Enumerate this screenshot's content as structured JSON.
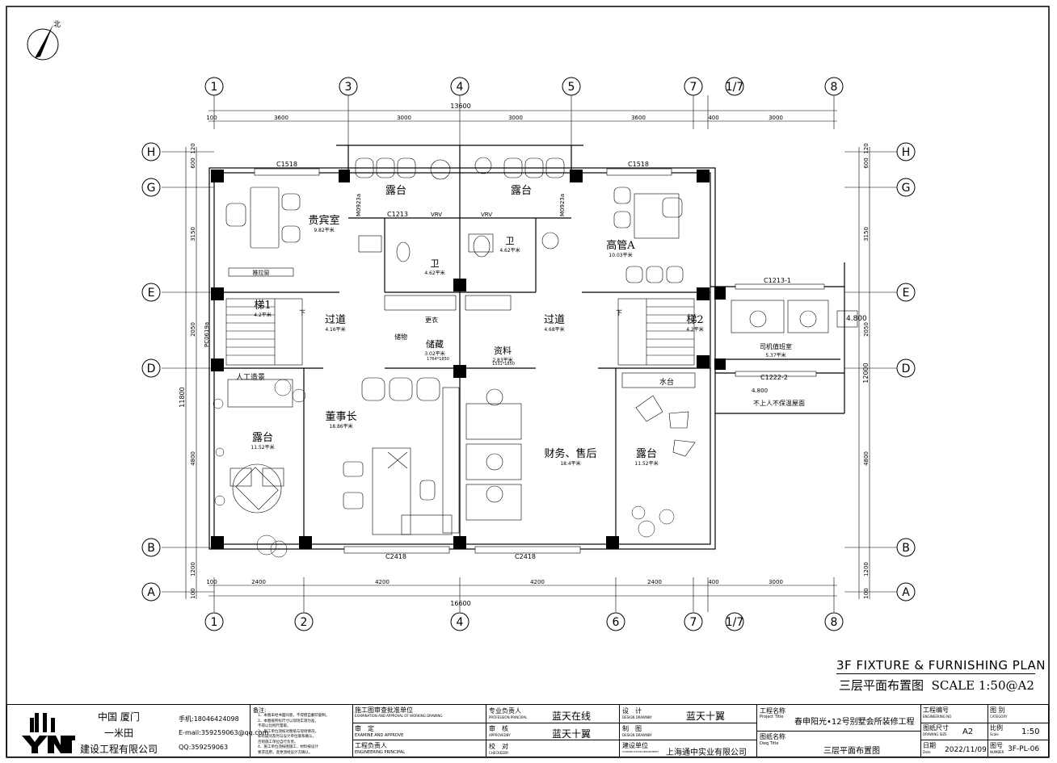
{
  "north_label": "北",
  "grid_top": [
    "1",
    "3",
    "4",
    "5",
    "7",
    "1/7",
    "8"
  ],
  "grid_bottom": [
    "1",
    "2",
    "4",
    "6",
    "7",
    "1/7",
    "8"
  ],
  "grid_rows": [
    "H",
    "G",
    "E",
    "D",
    "B",
    "A"
  ],
  "dims": {
    "top_total": "13600",
    "top_segs": [
      "100",
      "3600",
      "3000",
      "3000",
      "3600",
      "400",
      "3000"
    ],
    "bottom_total": "16600",
    "bottom_segs": [
      "100",
      "2400",
      "4200",
      "4200",
      "2400",
      "400",
      "3000"
    ],
    "left_segs": [
      "120",
      "600",
      "3150",
      "2050",
      "4800",
      "1200",
      "100"
    ],
    "left_total": "11800",
    "right_segs": [
      "120",
      "600",
      "3150",
      "2050",
      "4800",
      "1200",
      "100"
    ],
    "right_total": "12000",
    "right_extra": "4800"
  },
  "rooms": [
    {
      "name": "贵宾室",
      "area": "9.82平米"
    },
    {
      "name": "露台",
      "area": ""
    },
    {
      "name": "露台",
      "area": ""
    },
    {
      "name": "高管A",
      "area": "10.03平米"
    },
    {
      "name": "卫",
      "area": "4.62平米"
    },
    {
      "name": "卫",
      "area": "4.62平米"
    },
    {
      "name": "梯1",
      "area": "4.2平米"
    },
    {
      "name": "过道",
      "area": "4.16平米"
    },
    {
      "name": "过道",
      "area": "4.68平米"
    },
    {
      "name": "梯2",
      "area": "4.2平米"
    },
    {
      "name": "储藏",
      "area": "3.02平米"
    },
    {
      "name": "资料",
      "area": "2.83平米"
    },
    {
      "name": "董事长",
      "area": "18.86平米"
    },
    {
      "name": "财务、售后",
      "area": "18.4平米"
    },
    {
      "name": "露台",
      "area": "11.52平米"
    },
    {
      "name": "露台",
      "area": "11.52平米"
    },
    {
      "name": "司机值班室",
      "area": "5.37平米"
    }
  ],
  "labels": {
    "win_c1518a": "C1518",
    "win_c1518b": "C1518",
    "win_c1213": "C1213",
    "vrv_a": "VRV",
    "vrv_b": "VRV",
    "door_m0923a": "M0923a",
    "door_m0923b": "M0923a",
    "win_c1213_1": "C1213-1",
    "win_c1222_2": "C1222-2",
    "win_c2418a": "C2418",
    "win_c2418b": "C2418",
    "win_pc0619": "PC0619a",
    "rengong": "人工造景",
    "shuitai": "水台",
    "chuwu": "储物",
    "gengyi": "更衣",
    "bunaqi": "推拉窗",
    "down_a": "下",
    "down_b": "下",
    "level_a": "4.800",
    "level_b": "4.800",
    "no_go": "不上人不保温屋面",
    "size_a": "1764*1850",
    "size_b": "1531*1850"
  },
  "title": {
    "en": "3F FIXTURE & FURNISHING PLAN",
    "cn": "三层平面布置图",
    "scale": "SCALE 1:50@A2"
  },
  "titleblock": {
    "company_loc": "中国 厦门",
    "company_name1": "一米田",
    "company_name2": "建设工程有限公司",
    "phone": "手机:18046424098",
    "email": "E-mail:359259063@qq.com",
    "qq": "QQ:359259063",
    "notes_head": "备注:",
    "notes": [
      "1、本图未经书面同意，不得擅自翻印复制。",
      "2、本图纸所标尺寸以现场实测为准，",
      "不得以比例尺量取。",
      "3、施工单位须核对图纸与现场情况，",
      "如有疑问及时与设计单位联系确认，",
      "否则施工单位自行负责。",
      "4、施工单位须按图施工，材料按设计",
      "要求选用，变更须经设计方确认。"
    ],
    "review_unit": "施工图审查批准单位",
    "review_unit_en": "EXAMINATION AND APPROVAL OF WORKING DRAWING",
    "shending": "审　定",
    "shending_en": "EXAMINE AND APPROVE",
    "gongcheng": "工程负责人",
    "gongcheng_en": "ENGINEERING PRINCIPAL",
    "zhuanye": "专业负责人",
    "zhuanye_en": "PROFESSION PRINCIPAL",
    "zhuanye_val": "蓝天在线",
    "shenhe": "审　核",
    "shenhe_en": "APPROVEDBY",
    "shenhe_val": "蓝天十翼",
    "jiaodui": "校　对",
    "jiaodui_en": "CHECKEDBY",
    "sheji": "设　计",
    "sheji_en": "DESIGN DRAWNBY",
    "sheji_val": "蓝天十翼",
    "zhitu": "制　图",
    "zhitu_en": "DESIGN DRAWNBY",
    "jianshe": "建设单位",
    "jianshe_en": "CONSTRUCTION DEPARTMENT",
    "jianshe_val": "上海通中实业有限公司",
    "proj_title": "工程名称",
    "proj_title_en": "Project Title",
    "proj_val": "春申阳光•12号别墅会所装修工程",
    "dwg_title": "图纸名称",
    "dwg_title_en": "Dwg Title",
    "dwg_val": "三层平面布置图",
    "proj_no": "工程编号",
    "proj_no_en": "ENGINEERING NO",
    "cat": "图 别",
    "cat_en": "CATEGORY",
    "size": "图纸尺寸",
    "size_en": "DRAWING SIZE",
    "size_val": "A2",
    "scale": "比例",
    "scale_en": "Scale",
    "scale_val": "1:50",
    "date": "日期",
    "date_en": "Date",
    "date_val": "2022/11/09",
    "num": "图号",
    "num_en": "NUMBER",
    "num_val": "3F-PL-06"
  }
}
